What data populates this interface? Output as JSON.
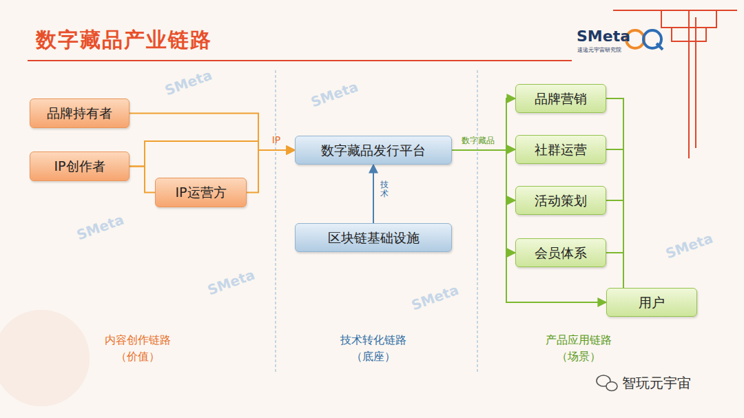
{
  "diagram": {
    "title": "数字藏品产业链路",
    "nodes": [
      {
        "text": [
          "品牌持有者"
        ]
      },
      {
        "text": [
          "IP创作者"
        ]
      },
      {
        "text": [
          "IP运营方"
        ]
      },
      {
        "text": [
          "数字藏品发行平台"
        ]
      },
      {
        "text": [
          "区块链基础设施"
        ]
      },
      {
        "text": [
          "品牌营销"
        ]
      },
      {
        "text": [
          "社群运营"
        ]
      },
      {
        "text": [
          "活动策划"
        ]
      },
      {
        "text": [
          "会员体系"
        ]
      },
      {
        "text": [
          "用户"
        ]
      }
    ],
    "edges": [
      {
        "from": 0,
        "to": 3,
        "arrow": "to",
        "label": "IP"
      },
      {
        "from": 1,
        "to": 3,
        "arrow": "to"
      },
      {
        "from": 1,
        "to": 2,
        "arrow": "none"
      },
      {
        "from": 2,
        "to": 3,
        "arrow": "to"
      },
      {
        "from": 4,
        "to": 3,
        "arrow": "to",
        "label": "技术"
      },
      {
        "from": 3,
        "to": 5,
        "arrow": "to",
        "label": "数字藏品"
      },
      {
        "from": 3,
        "to": 6,
        "arrow": "to"
      },
      {
        "from": 3,
        "to": 7,
        "arrow": "to"
      },
      {
        "from": 3,
        "to": 8,
        "arrow": "to"
      },
      {
        "from": 3,
        "to": 9,
        "arrow": "to"
      },
      {
        "from": 5,
        "to": 9,
        "arrow": "none"
      },
      {
        "from": 6,
        "to": 9,
        "arrow": "none"
      },
      {
        "from": 7,
        "to": 9,
        "arrow": "none"
      },
      {
        "from": 8,
        "to": 9,
        "arrow": "none"
      }
    ],
    "labels": [
      "SMeta",
      "速递元宇宙研究院",
      "内容创作链路",
      "（价值）",
      "技术转化链路",
      "（底座）",
      "产品应用链路",
      "（场景）",
      "智玩元宇宙",
      "SMeta",
      "SMeta",
      "SMeta",
      "SMeta",
      "SMeta",
      "SMeta"
    ]
  }
}
